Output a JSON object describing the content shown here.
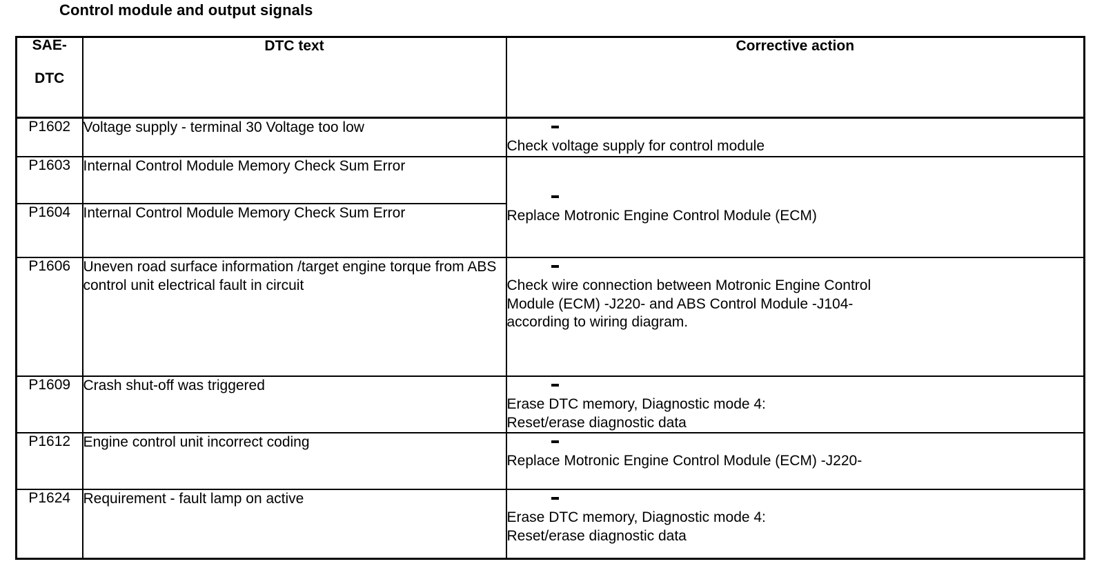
{
  "document": {
    "title": "Control module and output signals"
  },
  "table": {
    "columns": [
      {
        "key": "sae_dtc",
        "header_line1": "SAE-",
        "header_line2": "DTC"
      },
      {
        "key": "dtc_text",
        "header": "DTC text"
      },
      {
        "key": "corrective_action",
        "header": "Corrective action"
      }
    ],
    "rows": [
      {
        "sae_dtc": "P1602",
        "dtc_text": "Voltage supply - terminal 30 Voltage too low",
        "corrective_action": [
          "Check voltage supply for control module"
        ]
      },
      {
        "sae_dtc": "P1603",
        "dtc_text": "Internal Control Module Memory Check Sum Error",
        "corrective_action": [
          "Replace Motronic Engine Control Module (ECM)"
        ],
        "corrective_action_rowspan": 2
      },
      {
        "sae_dtc": "P1604",
        "dtc_text": "Internal Control Module Memory Check Sum Error",
        "corrective_action": null
      },
      {
        "sae_dtc": "P1606",
        "dtc_text": "Uneven road surface information /target engine torque from ABS control unit electrical fault in circuit",
        "corrective_action": [
          "Check wire connection between Motronic Engine Control",
          "Module (ECM) -J220- and ABS Control Module -J104-",
          "according to wiring diagram."
        ]
      },
      {
        "sae_dtc": "P1609",
        "dtc_text": "Crash shut-off was triggered",
        "corrective_action": [
          "Erase DTC memory, Diagnostic mode 4:",
          "Reset/erase diagnostic data"
        ]
      },
      {
        "sae_dtc": "P1612",
        "dtc_text": "Engine control unit incorrect coding",
        "corrective_action": [
          "Replace Motronic Engine Control Module (ECM) -J220-"
        ]
      },
      {
        "sae_dtc": "P1624",
        "dtc_text": "Requirement - fault lamp on active",
        "corrective_action": [
          "Erase DTC memory, Diagnostic mode 4:",
          "Reset/erase diagnostic data"
        ]
      }
    ]
  }
}
